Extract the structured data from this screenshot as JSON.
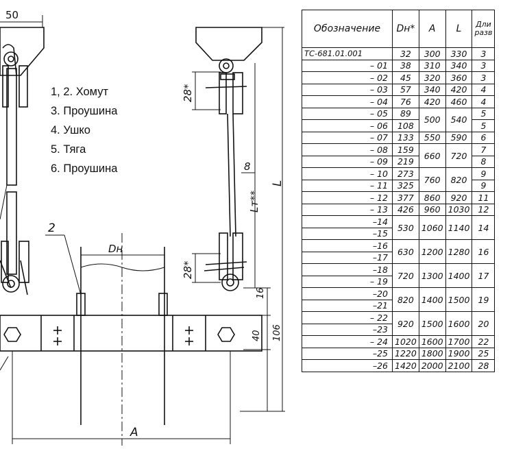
{
  "legend": [
    "1, 2. Хомут",
    "3. Проушина",
    "4. Ушко",
    "5. Тяга",
    "6. Проушина"
  ],
  "dims": {
    "top_width": "50",
    "offset_top": "28*",
    "offset_bottom": "28*",
    "rod_dia": "8",
    "length_L": "L",
    "length_Lt": "Lт**",
    "callout_2": "2",
    "pipe_dia": "Dн",
    "dim_16": "16",
    "dim_40": "40",
    "dim_106": "106",
    "width_A": "A"
  },
  "table": {
    "headers": [
      "Обозначение",
      "Dн*",
      "A",
      "L",
      "Дли разв"
    ],
    "rows": [
      {
        "des": "ТС-681.01.001",
        "dn": "32",
        "a": "300",
        "l": "330",
        "x": "3"
      },
      {
        "des": "– 01",
        "dn": "38",
        "a": "310",
        "l": "340",
        "x": "3"
      },
      {
        "des": "– 02",
        "dn": "45",
        "a": "320",
        "l": "360",
        "x": "3"
      },
      {
        "des": "– 03",
        "dn": "57",
        "a": "340",
        "l": "420",
        "x": "4"
      },
      {
        "des": "– 04",
        "dn": "76",
        "a": "420",
        "l": "460",
        "x": "4"
      },
      {
        "des": "– 05",
        "dn": "89",
        "a": "500",
        "l": "540",
        "x": "5",
        "span": 2
      },
      {
        "des": "– 06",
        "dn": "108",
        "x": "5"
      },
      {
        "des": "– 07",
        "dn": "133",
        "a": "550",
        "l": "590",
        "x": "6"
      },
      {
        "des": "– 08",
        "dn": "159",
        "a": "660",
        "l": "720",
        "x": "7",
        "span": 2
      },
      {
        "des": "– 09",
        "dn": "219",
        "x": "8"
      },
      {
        "des": "– 10",
        "dn": "273",
        "a": "760",
        "l": "820",
        "x": "9",
        "span": 2
      },
      {
        "des": "– 11",
        "dn": "325",
        "x": "9"
      },
      {
        "des": "– 12",
        "dn": "377",
        "a": "860",
        "l": "920",
        "x": "11"
      },
      {
        "des": "– 13",
        "dn": "426",
        "a": "960",
        "l": "1030",
        "x": "12"
      },
      {
        "des": "–14",
        "des2": "–15",
        "dn": "530",
        "a": "1060",
        "l": "1140",
        "x": "14",
        "pair": true
      },
      {
        "des": "–16",
        "des2": "–17",
        "dn": "630",
        "a": "1200",
        "l": "1280",
        "x": "16",
        "pair": true
      },
      {
        "des": "–18",
        "des2": "– 19",
        "dn": "720",
        "a": "1300",
        "l": "1400",
        "x": "17",
        "pair": true
      },
      {
        "des": "–20",
        "des2": "–21",
        "dn": "820",
        "a": "1400",
        "l": "1500",
        "x": "19",
        "pair": true
      },
      {
        "des": "– 22",
        "des2": "–23",
        "dn": "920",
        "a": "1500",
        "l": "1600",
        "x": "20",
        "pair": true
      },
      {
        "des": "– 24",
        "dn": "1020",
        "a": "1600",
        "l": "1700",
        "x": "22"
      },
      {
        "des": "–25",
        "dn": "1220",
        "a": "1800",
        "l": "1900",
        "x": "25"
      },
      {
        "des": "–26",
        "dn": "1420",
        "a": "2000",
        "l": "2100",
        "x": "28"
      }
    ]
  }
}
